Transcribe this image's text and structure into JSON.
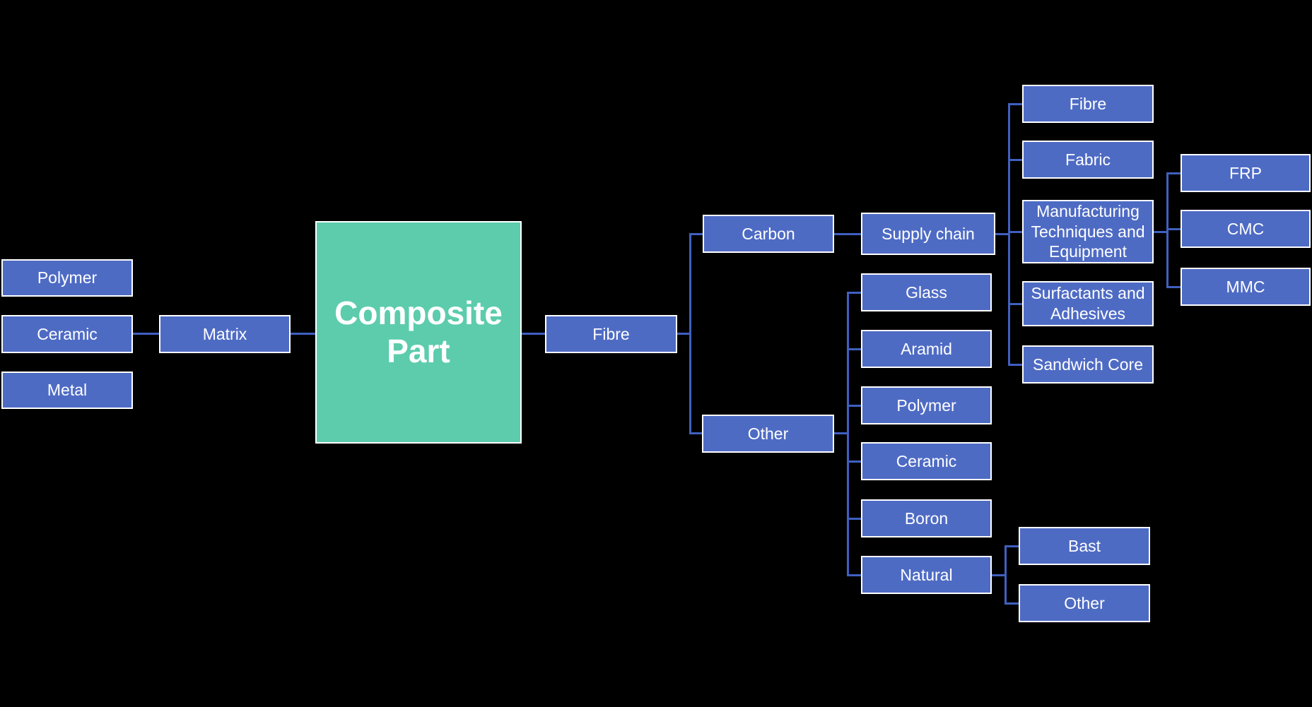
{
  "colors": {
    "background": "#000000",
    "node_fill": "#4E6BC4",
    "node_border": "#FFFFFF",
    "root_fill": "#5CCCAC",
    "connector": "#4060C0",
    "text": "#FFFFFF"
  },
  "nodes": {
    "root": "Composite Part",
    "matrix": "Matrix",
    "matrix_polymer": "Polymer",
    "matrix_ceramic": "Ceramic",
    "matrix_metal": "Metal",
    "fibre": "Fibre",
    "carbon": "Carbon",
    "supply_chain": "Supply chain",
    "supply_fibre": "Fibre",
    "supply_fabric": "Fabric",
    "supply_manufacturing": "Manufacturing Techniques and Equipment",
    "supply_surfactants": "Surfactants and Adhesives",
    "supply_sandwich": "Sandwich Core",
    "frp": "FRP",
    "cmc": "CMC",
    "mmc": "MMC",
    "fibre_other": "Other",
    "other_glass": "Glass",
    "other_aramid": "Aramid",
    "other_polymer": "Polymer",
    "other_ceramic": "Ceramic",
    "other_boron": "Boron",
    "other_natural": "Natural",
    "natural_bast": "Bast",
    "natural_other": "Other"
  },
  "edges": [
    "Ceramic - Matrix",
    "Matrix - Composite Part",
    "Composite Part - Fibre",
    "Fibre - Carbon",
    "Fibre - Other",
    "Carbon - Supply chain",
    "Supply chain - Fibre",
    "Supply chain - Fabric",
    "Supply chain - Manufacturing Techniques and Equipment",
    "Supply chain - Surfactants and Adhesives",
    "Supply chain - Sandwich Core",
    "Manufacturing Techniques and Equipment - FRP",
    "Manufacturing Techniques and Equipment - CMC",
    "Manufacturing Techniques and Equipment - MMC",
    "Other - Glass",
    "Other - Aramid",
    "Other - Polymer",
    "Other - Ceramic",
    "Other - Boron",
    "Other - Natural",
    "Natural - Bast",
    "Natural - Other"
  ]
}
